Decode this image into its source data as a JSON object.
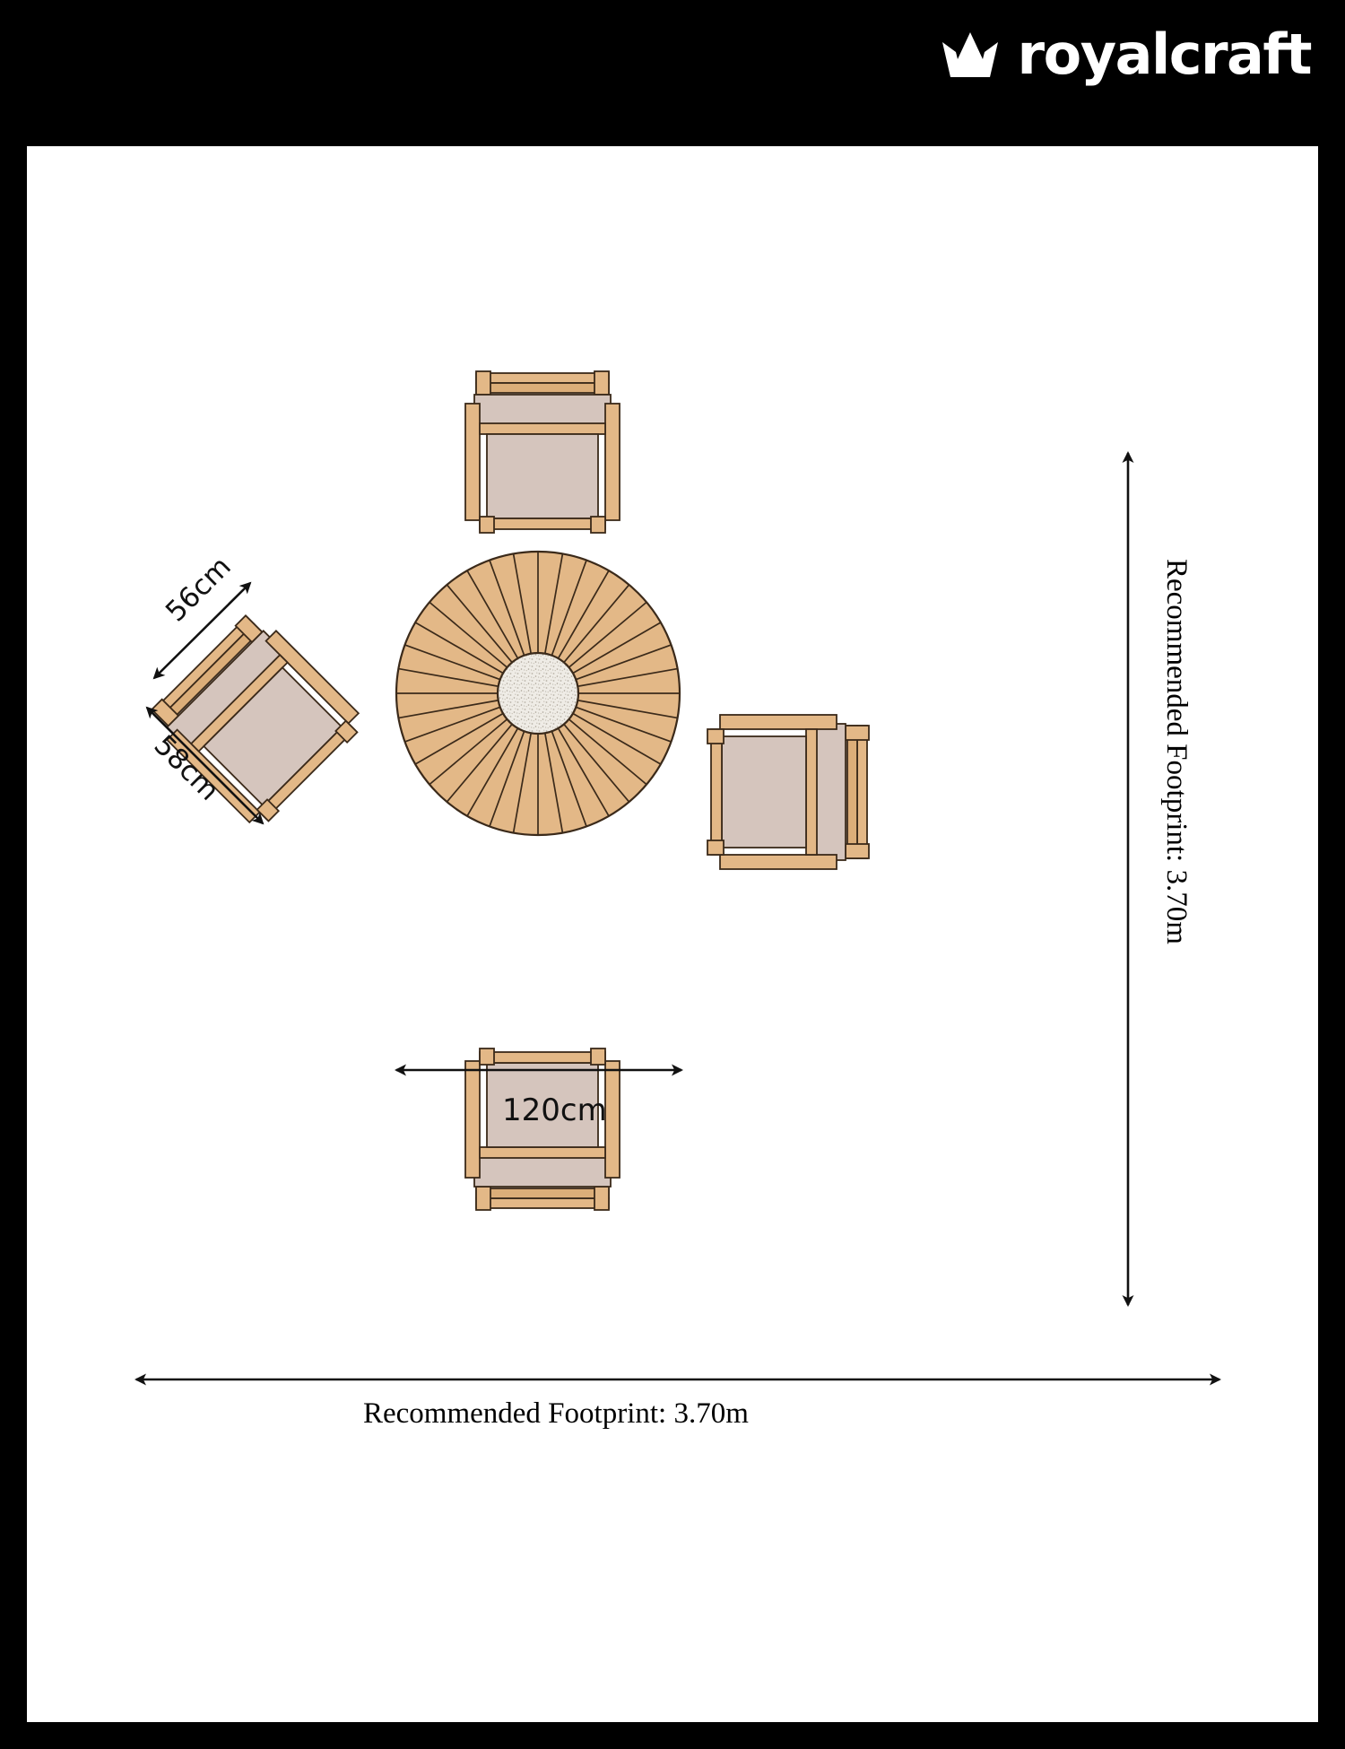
{
  "brand": {
    "name": "royalcraft",
    "logo_icon": "crown-icon",
    "bar_color": "#000000",
    "text_color": "#ffffff"
  },
  "canvas": {
    "background": "#ffffff",
    "frame_color": "#000000"
  },
  "palette": {
    "wood": "#E3B887",
    "wood_dark": "#C79A6A",
    "wood_line": "#3B2A1A",
    "cushion": "#D5C5BD",
    "cushion_line": "#3B2A1A",
    "stone": "#EDEAE4",
    "dimension_line": "#111111"
  },
  "diagram": {
    "type": "furniture-footprint-plan",
    "table": {
      "name": "round-dining-table",
      "shape": "circle",
      "diameter_label": "120cm",
      "slat_count": 36,
      "center_insert": "granite-lazy-susan"
    },
    "chairs": [
      {
        "position": "top",
        "rotation_deg": 0,
        "label": "chair-top"
      },
      {
        "position": "right",
        "rotation_deg": 90,
        "label": "chair-right"
      },
      {
        "position": "bottom",
        "rotation_deg": 180,
        "label": "chair-bottom"
      },
      {
        "position": "left",
        "rotation_deg": 315,
        "label": "chair-left"
      }
    ]
  },
  "dimensions": {
    "chair_width": "56cm",
    "chair_depth": "58cm",
    "table_diameter": "120cm",
    "footprint_horizontal": "Recommended Footprint: 3.70m",
    "footprint_vertical": "Recommended Footprint: 3.70m"
  }
}
